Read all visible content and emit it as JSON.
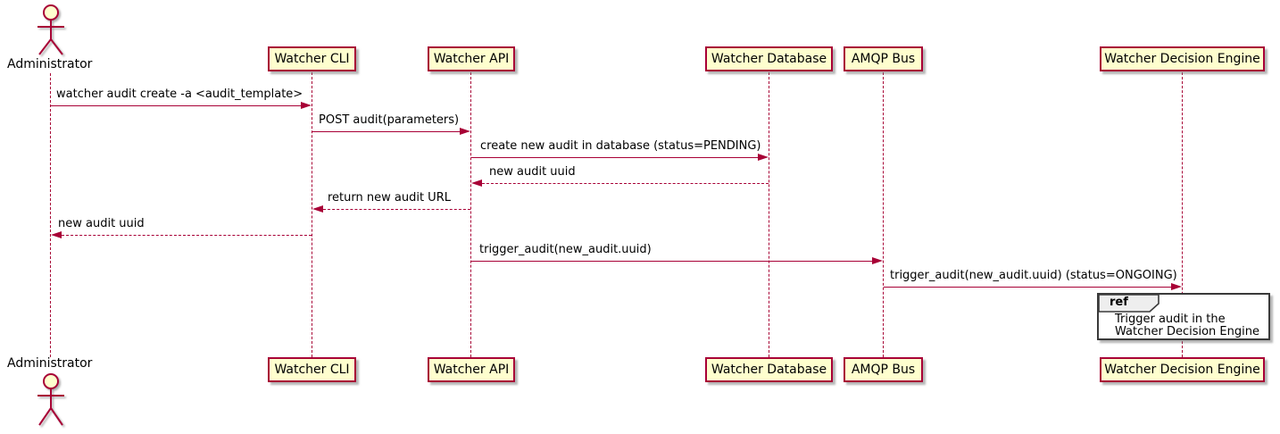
{
  "diagram_type": "sequence-diagram",
  "actor": {
    "name": "Administrator"
  },
  "participants": [
    {
      "label": "Watcher CLI"
    },
    {
      "label": "Watcher API"
    },
    {
      "label": "Watcher Database"
    },
    {
      "label": "AMQP Bus"
    },
    {
      "label": "Watcher Decision Engine"
    }
  ],
  "messages": [
    {
      "from": "Administrator",
      "to": "Watcher CLI",
      "label": "watcher audit create -a <audit_template>",
      "line": "solid"
    },
    {
      "from": "Watcher CLI",
      "to": "Watcher API",
      "label": "POST audit(parameters)",
      "line": "solid"
    },
    {
      "from": "Watcher API",
      "to": "Watcher Database",
      "label": "create new audit in database (status=PENDING)",
      "line": "solid"
    },
    {
      "from": "Watcher Database",
      "to": "Watcher API",
      "label": "new audit uuid",
      "line": "dashed"
    },
    {
      "from": "Watcher API",
      "to": "Watcher CLI",
      "label": "return new audit URL",
      "line": "dashed"
    },
    {
      "from": "Watcher CLI",
      "to": "Administrator",
      "label": "new audit uuid",
      "line": "dashed"
    },
    {
      "from": "Watcher API",
      "to": "AMQP Bus",
      "label": "trigger_audit(new_audit.uuid)",
      "line": "solid"
    },
    {
      "from": "AMQP Bus",
      "to": "Watcher Decision Engine",
      "label": "trigger_audit(new_audit.uuid) (status=ONGOING)",
      "line": "solid"
    }
  ],
  "ref_fragment": {
    "keyword": "ref",
    "line1": "Trigger audit in the",
    "line2": "Watcher Decision Engine"
  },
  "colors": {
    "participant_fill": "#FEFECE",
    "participant_border": "#A80036",
    "line_color": "#A80036",
    "ref_header_fill": "#EEEEEE",
    "ref_border": "#3a3a3a",
    "text": "#000000"
  }
}
